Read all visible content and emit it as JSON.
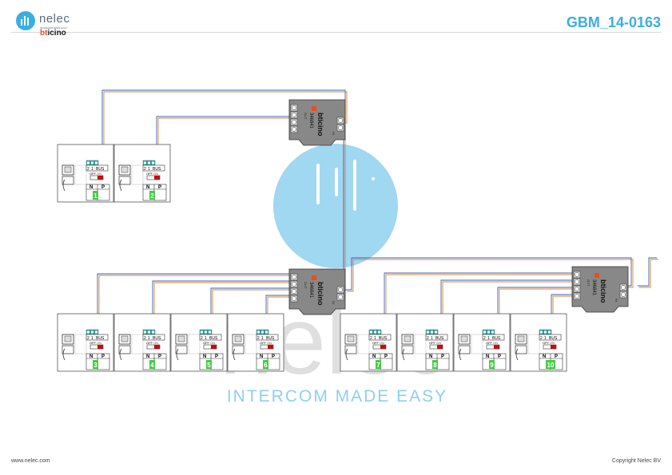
{
  "header": {
    "logo_name": "nelec",
    "logo_tagline": "INTERCOM MADE EASY",
    "logo_brand_prefix": "bt",
    "logo_brand_suffix": "icino",
    "doc_code": "GBM_14-0163"
  },
  "footer": {
    "website": "www.nelec.com",
    "copyright": "Copyright Nelec BV"
  },
  "watermark": {
    "word": "nelec",
    "tagline": "INTERCOM MADE EASY"
  },
  "colors": {
    "accent": "#3aaee3",
    "brand_orange": "#e94e1b",
    "wire_blue": "#3060c0",
    "wire_orange": "#e08030",
    "terminal_teal": "#3cb8a8",
    "number_green": "#44cc44",
    "module_gray": "#888888"
  },
  "distributor": {
    "brand": "bticino",
    "model": "346841",
    "out_label": "OUT",
    "in_label": "IN"
  },
  "station": {
    "terminal_labels": [
      "2",
      "1",
      "BUS"
    ],
    "switch_label_off": "OFF",
    "switch_label_on": "ON",
    "np_labels": [
      "N",
      "P"
    ]
  },
  "stations": [
    {
      "number": "1"
    },
    {
      "number": "2"
    },
    {
      "number": "3"
    },
    {
      "number": "4"
    },
    {
      "number": "5"
    },
    {
      "number": "6"
    },
    {
      "number": "7"
    },
    {
      "number": "8"
    },
    {
      "number": "9"
    },
    {
      "number": "10"
    }
  ]
}
